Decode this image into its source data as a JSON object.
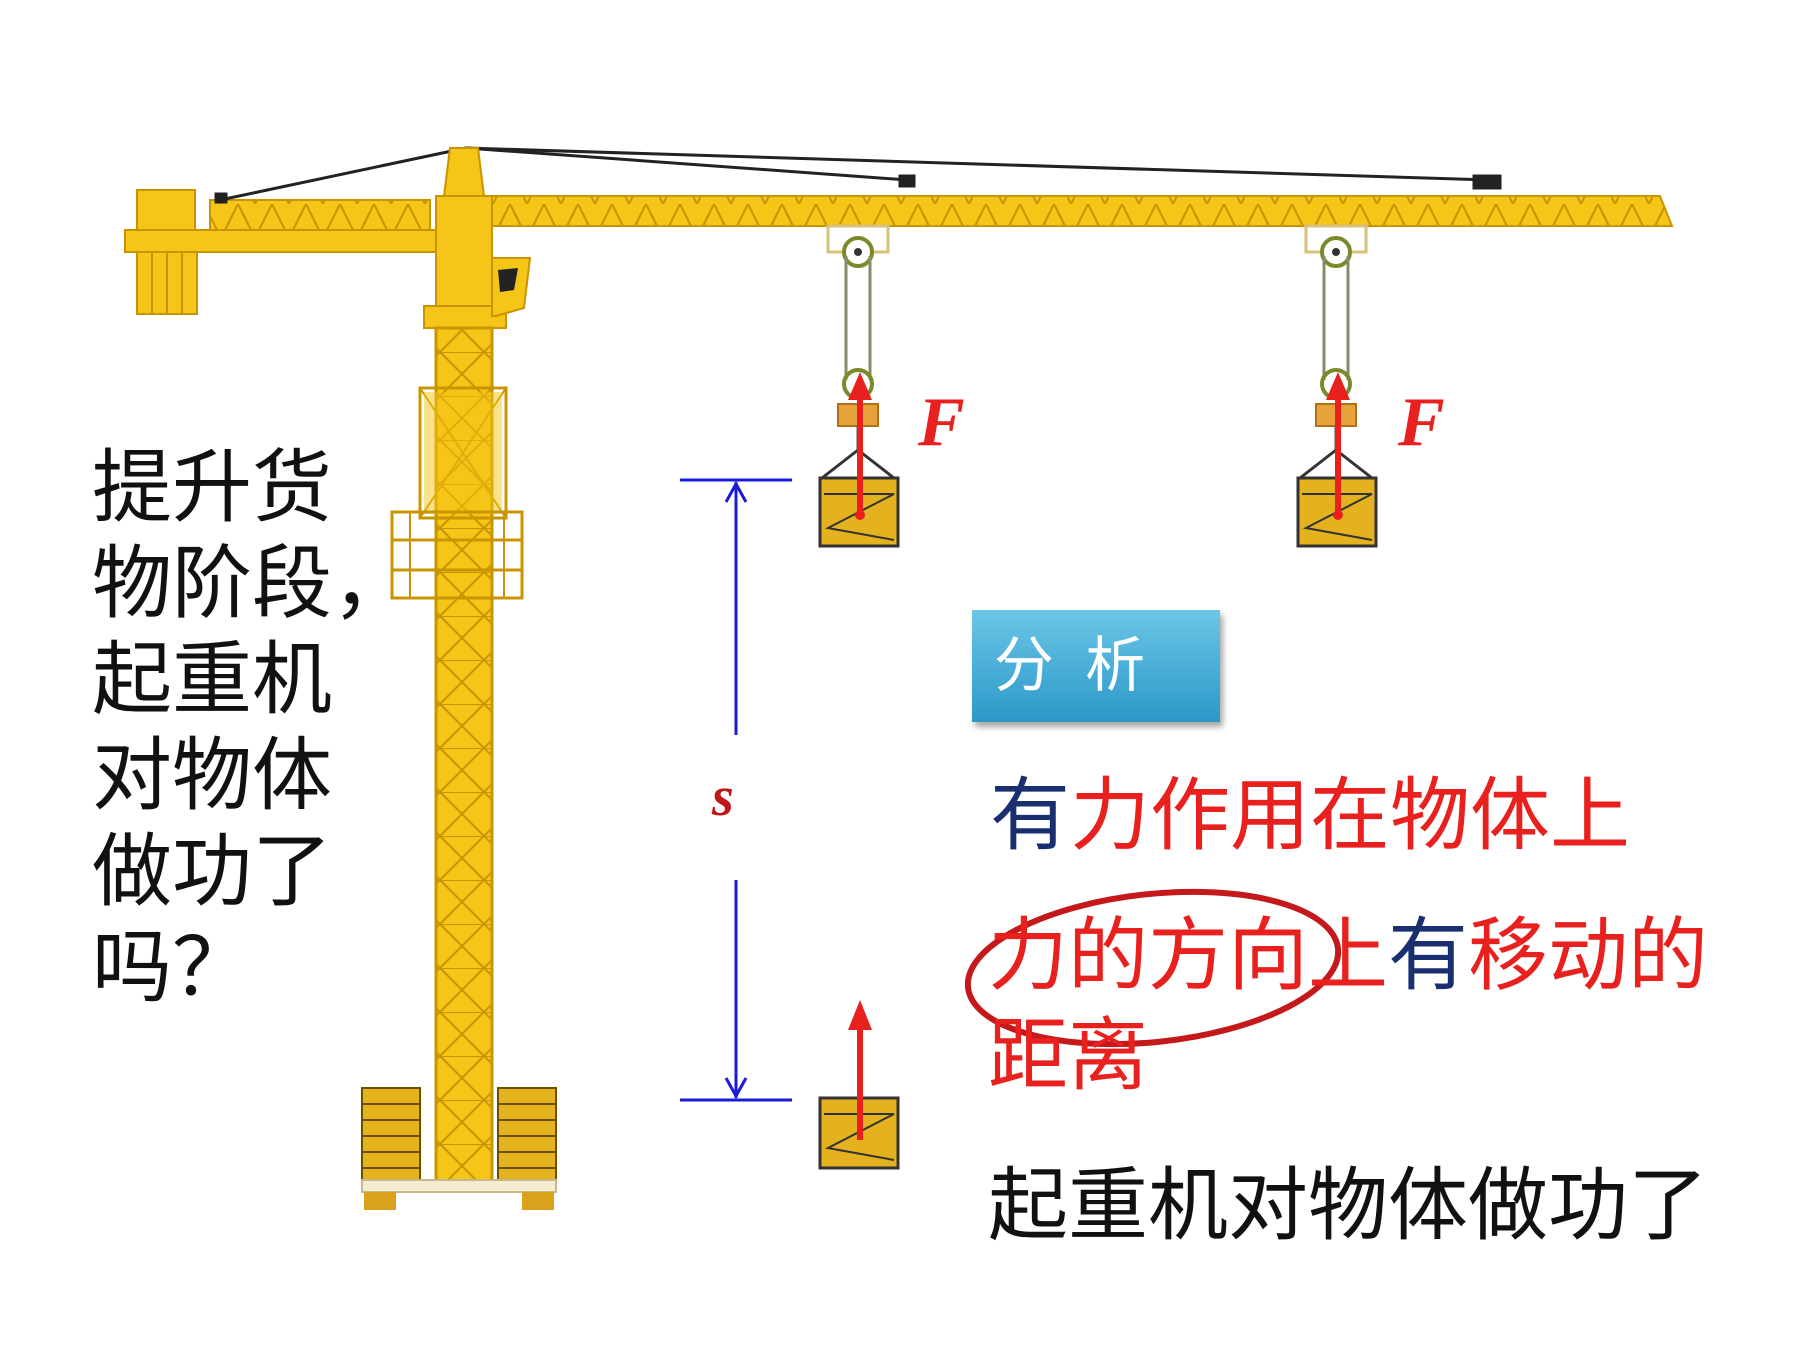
{
  "question": {
    "lines": [
      "提升货",
      "物阶段，",
      "起重机",
      "对物体",
      "做功了",
      "吗？"
    ]
  },
  "analysis_label": "分 析",
  "points": {
    "line1": {
      "a": "有",
      "b": "力作用在物体上"
    },
    "line2": {
      "a": "力的方向上",
      "b": "有",
      "c": "移动的"
    },
    "line3": "距离",
    "conclusion": "起重机对物体做功了"
  },
  "diagram": {
    "force_label_1": "F",
    "force_label_2": "F",
    "distance_label": "s"
  },
  "colors": {
    "crane": "#f5c518",
    "crane_stroke": "#c99400",
    "force_arrow": "#e8201e",
    "distance_arrow": "#1a1ad8",
    "highlight_circle": "#c4181a"
  }
}
